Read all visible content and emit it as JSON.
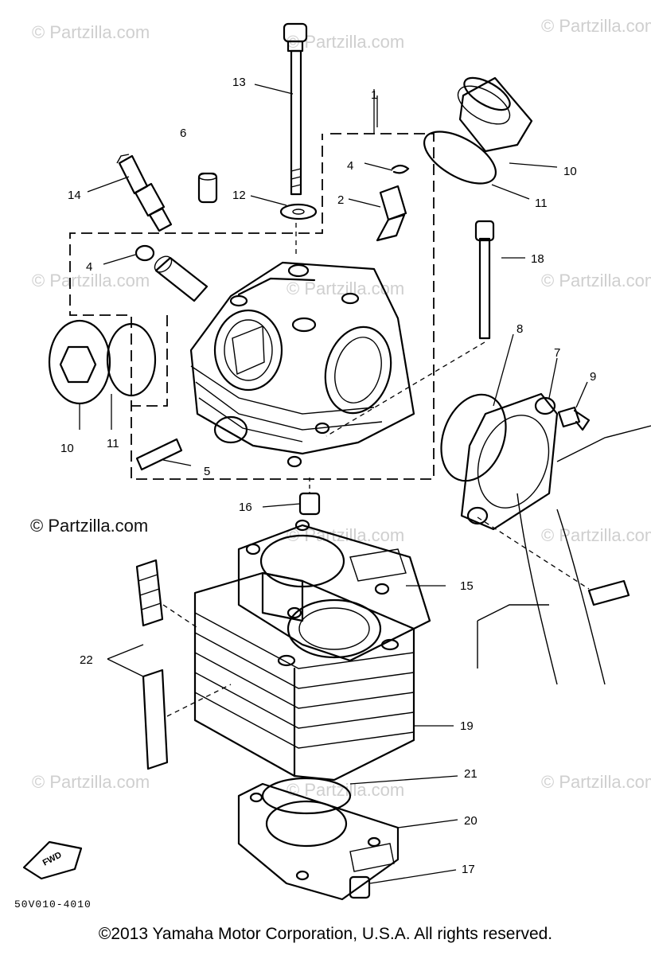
{
  "watermarks": {
    "main": "© Partzilla.com",
    "faint": "© Partzilla.com"
  },
  "parts": {
    "p1": "1",
    "p2": "2",
    "p4a": "4",
    "p4b": "4",
    "p5": "5",
    "p6": "6",
    "p7": "7",
    "p8": "8",
    "p9": "9",
    "p10a": "10",
    "p10b": "10",
    "p11a": "11",
    "p11b": "11",
    "p12": "12",
    "p13": "13",
    "p14": "14",
    "p15": "15",
    "p16": "16",
    "p17": "17",
    "p18": "18",
    "p19": "19",
    "p20": "20",
    "p21": "21",
    "p22": "22"
  },
  "fwd_label": "FWD",
  "diagram_code": "50V010-4010",
  "copyright": "©2013 Yamaha Motor Corporation, U.S.A. All rights reserved."
}
